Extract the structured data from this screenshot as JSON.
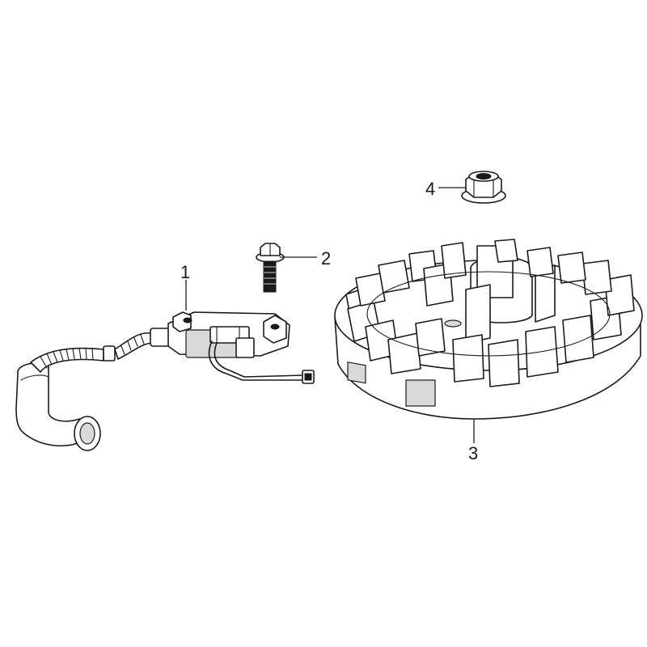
{
  "callouts": [
    {
      "label": "1",
      "part": "ignition-coil"
    },
    {
      "label": "2",
      "part": "flange-bolt"
    },
    {
      "label": "3",
      "part": "flywheel"
    },
    {
      "label": "4",
      "part": "flange-nut"
    }
  ],
  "colors": {
    "ink": "#1a1a1a",
    "paper": "#ffffff"
  }
}
